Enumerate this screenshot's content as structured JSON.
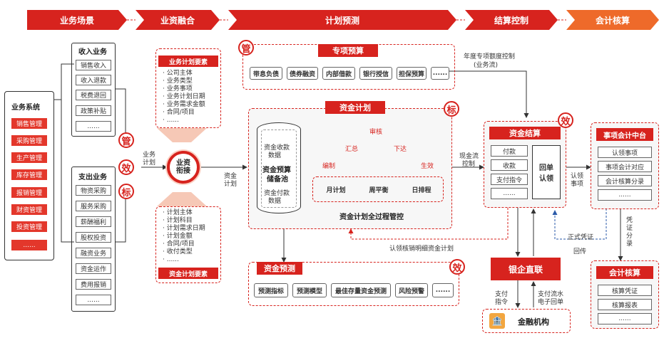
{
  "headers": [
    "业务场景",
    "业资融合",
    "计划预测",
    "结算控制",
    "会计核算"
  ],
  "business_system": {
    "title": "业务系统",
    "items": [
      "销售管理",
      "采购管理",
      "生产管理",
      "库存管理",
      "报销管理",
      "财资管理",
      "投资管理",
      "......"
    ]
  },
  "income": {
    "title": "收入业务",
    "items": [
      "销售收入",
      "收入退款",
      "税费退回",
      "政策补贴",
      "......"
    ]
  },
  "expense": {
    "title": "支出业务",
    "items": [
      "物资采购",
      "服务采购",
      "薪酬福利",
      "股权投资",
      "融资业务",
      "资金运作",
      "费用报销",
      "......"
    ]
  },
  "markers": {
    "guan": "管",
    "xiao": "效",
    "biao": "标"
  },
  "biz_plan_label": [
    "业务",
    "计划"
  ],
  "fund_plan_label": [
    "资金",
    "计划"
  ],
  "biz_elements": {
    "title": "业务计划要素",
    "items": [
      "公司主体",
      "业务类型",
      "业务事项",
      "业务计划日期",
      "业务需求金额",
      "合同/项目",
      "......"
    ]
  },
  "hub": [
    "业资",
    "衔接"
  ],
  "fund_elements": {
    "title": "资金计划要素",
    "items": [
      "计划主体",
      "计划科目",
      "计划需求日期",
      "计划金额",
      "合同/项目",
      "收付类型",
      "......"
    ]
  },
  "special_budget": {
    "title": "专项预算",
    "items": [
      "带息负债",
      "债券融资",
      "内部借款",
      "银行授信",
      "担保预算",
      "......"
    ],
    "note": [
      "年度专项额度控制",
      "(业务流)"
    ]
  },
  "fund_plan": {
    "title": "资金计划",
    "pool": [
      "资金收款",
      "数据",
      "资金预算",
      "储备池",
      "资金付款",
      "数据"
    ],
    "flow": [
      "审核",
      "汇总",
      "下达",
      "编制",
      "生效"
    ],
    "cycle": [
      "月计划",
      "周平衡",
      "日排程"
    ],
    "footer": "资金计划全过程管控"
  },
  "cashflow_control": [
    "现金流",
    "控制"
  ],
  "settlement": {
    "title": "资金结算",
    "items": [
      "付款",
      "收款",
      "支付指令",
      "......"
    ],
    "receipt": [
      "回单",
      "认领"
    ]
  },
  "claim_note": "认领核销明细资金计划",
  "claim_item": [
    "认领",
    "事项"
  ],
  "forecast": {
    "title": "资金预测",
    "items": [
      "预测指标",
      "预测模型",
      "最佳存量资金预测",
      "风险预警",
      "......"
    ]
  },
  "bank_link": "银企直联",
  "pay_instr": [
    "支付",
    "指令"
  ],
  "pay_flow": [
    "支付流水",
    "电子回单"
  ],
  "financial_inst": "金融机构",
  "formal_voucher": [
    "正式凭证",
    "回传"
  ],
  "voucher_sort": [
    "凭",
    "证",
    "分",
    "录"
  ],
  "acct_center": {
    "title": "事项会计中台",
    "items": [
      "认领事项",
      "事项会计对应",
      "会计核算分录",
      "......"
    ]
  },
  "acct": {
    "title": "会计核算",
    "items": [
      "核算凭证",
      "核算报表",
      "......"
    ]
  },
  "colors": {
    "red": "#d7231e",
    "orange": "#ee6a2a",
    "light_red": "#e3372b"
  }
}
